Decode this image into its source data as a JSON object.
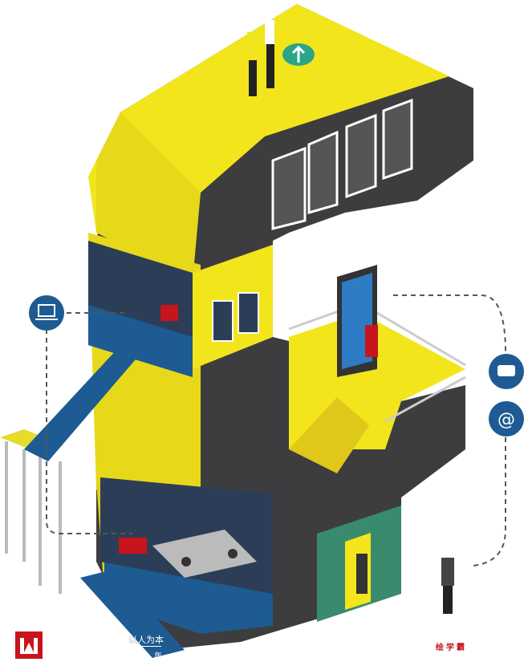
{
  "watermark": {
    "motto": "以人为本",
    "year": "年",
    "brand": "绘学霸"
  },
  "colors": {
    "yellow": "#f2e51c",
    "dark": "#3d3d3f",
    "blue": "#1d5b92",
    "red": "#c8141c"
  },
  "icons": [
    "laptop-user-icon",
    "chat-bubble-icon",
    "at-sign-icon",
    "cloud-upload-icon"
  ]
}
